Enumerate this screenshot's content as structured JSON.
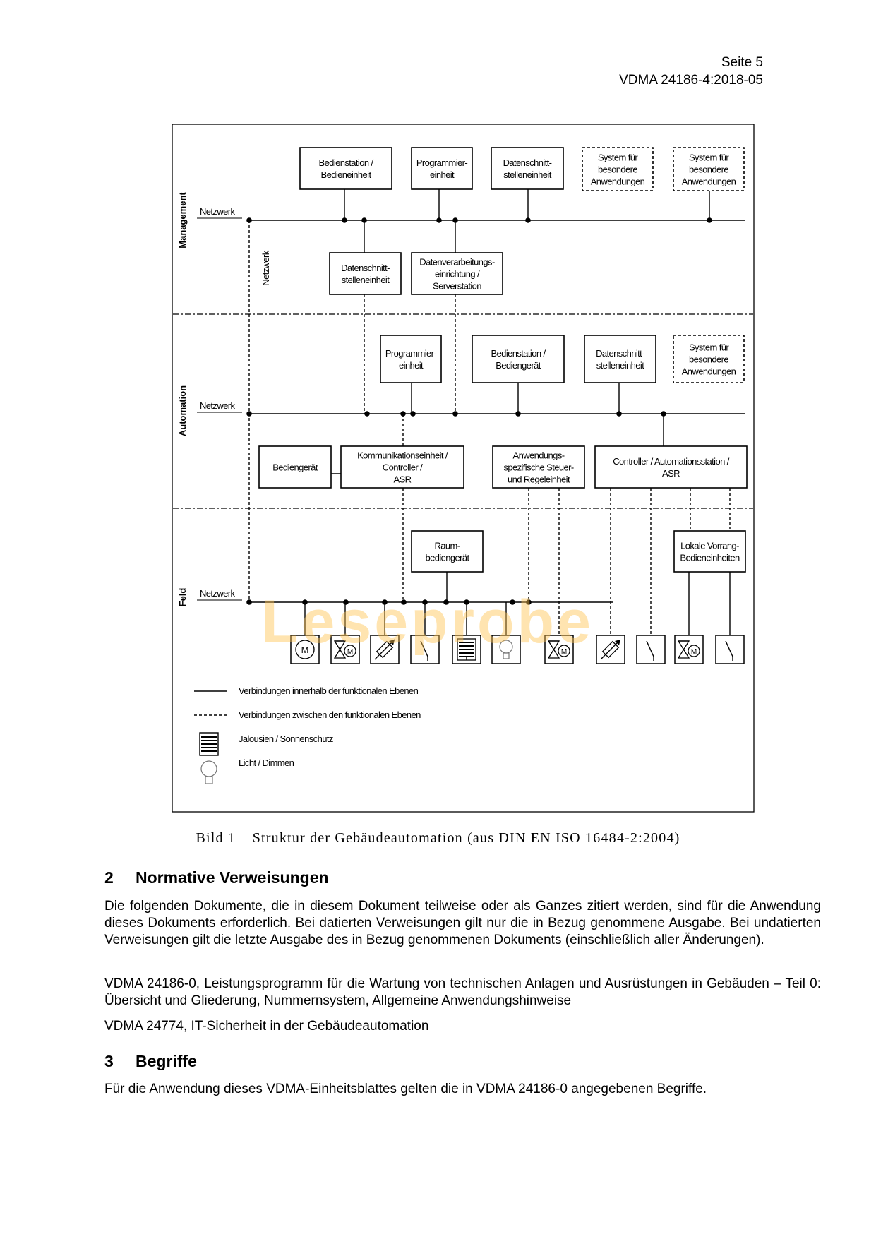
{
  "header": {
    "page": "Seite 5",
    "doc": "VDMA 24186-4:2018-05"
  },
  "figure": {
    "levels": {
      "management": "Management",
      "automation": "Automation",
      "feld": "Feld"
    },
    "network_label": "Netzwerk",
    "vertical_network_label": "Netzwerk",
    "mgmt_boxes": {
      "bedienstation": [
        "Bedienstation /",
        "Bedieneinheit"
      ],
      "programmier": [
        "Programmier-",
        "einheit"
      ],
      "datenschnitt": [
        "Datenschnitt-",
        "stelleneinheit"
      ],
      "system1": [
        "System für",
        "besondere",
        "Anwendungen"
      ],
      "system2": [
        "System für",
        "besondere",
        "Anwendungen"
      ],
      "datenschnitt2": [
        "Datenschnitt-",
        "stelleneinheit"
      ],
      "datenverarbeitung": [
        "Datenverarbeitungs-",
        "einrichtung /",
        "Serverstation"
      ]
    },
    "auto_boxes": {
      "programmier": [
        "Programmier-",
        "einheit"
      ],
      "bedienstation": [
        "Bedienstation /",
        "Bediengerät"
      ],
      "datenschnitt": [
        "Datenschnitt-",
        "stelleneinheit"
      ],
      "system": [
        "System für",
        "besondere",
        "Anwendungen"
      ],
      "bediengeraet": [
        "Bediengerät"
      ],
      "kommunikation": [
        "Kommunikationseinheit /",
        "Controller /",
        "ASR"
      ],
      "anwendung": [
        "Anwendungs-",
        "spezifische Steuer-",
        "und Regeleinheit"
      ],
      "controller": [
        "Controller / Automationsstation /",
        "ASR"
      ]
    },
    "feld_boxes": {
      "raum": [
        "Raum-",
        "bediengerät"
      ],
      "lokal": [
        "Lokale Vorrang-",
        "Bedieneinheiten"
      ]
    },
    "device_symbol_letter": "M",
    "legend": {
      "solid": "Verbindungen innerhalb der funktionalen Ebenen",
      "dashed": "Verbindungen zwischen den funktionalen Ebenen",
      "jalousie": "Jalousien / Sonnenschutz",
      "licht": "Licht / Dimmen"
    }
  },
  "caption": "Bild 1 – Struktur der Gebäudeautomation (aus DIN EN ISO 16484-2:2004)",
  "watermark": "Leseprobe",
  "section2": {
    "number": "2",
    "title": "Normative Verweisungen",
    "p1": "Die folgenden Dokumente, die in diesem Dokument teilweise oder als Ganzes zitiert werden, sind für die Anwendung dieses Dokuments erforderlich. Bei datierten Verweisungen gilt nur die in Bezug genommene Ausgabe. Bei undatierten Verweisungen gilt die letzte Ausgabe des in Bezug genommenen Dokuments (einschließlich aller Änderungen).",
    "p2": "VDMA 24186-0, Leistungsprogramm für die Wartung von technischen Anlagen und Ausrüstungen in Gebäuden – Teil 0: Übersicht und Gliederung, Nummernsystem, Allgemeine Anwendungshinweise",
    "p3": "VDMA 24774, IT-Sicherheit in der Gebäudeautomation"
  },
  "section3": {
    "number": "3",
    "title": "Begriffe",
    "p1": "Für die Anwendung dieses VDMA-Einheitsblattes gelten die in VDMA 24186-0 angegebenen Begriffe."
  }
}
